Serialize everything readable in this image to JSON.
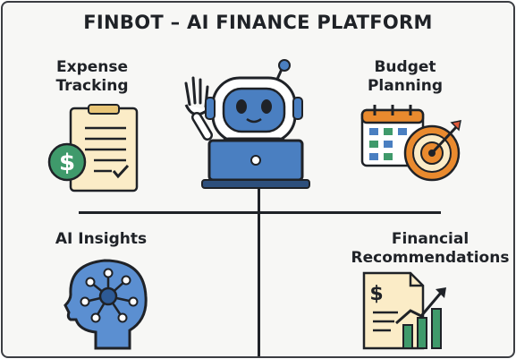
{
  "title": "FINBOT – AI FINANCE PLATFORM",
  "features": {
    "expense": {
      "line1": "Expense",
      "line2": "Tracking"
    },
    "budget": {
      "line1": "Budget",
      "line2": "Planning"
    },
    "insights": {
      "line1": "AI Insights"
    },
    "recommendations": {
      "line1": "Financial",
      "line2": "Recommendations"
    }
  },
  "icons": {
    "expense": "dollar-document-icon",
    "budget": "calendar-target-icon",
    "insights": "ai-head-icon",
    "recommendations": "growth-chart-document-icon",
    "center": "robot-laptop-icon"
  },
  "colors": {
    "blue": "#4a7fc1",
    "navy": "#1f2227",
    "green": "#3f9a6b",
    "orange": "#e98a2e",
    "cream": "#fbecc7"
  }
}
